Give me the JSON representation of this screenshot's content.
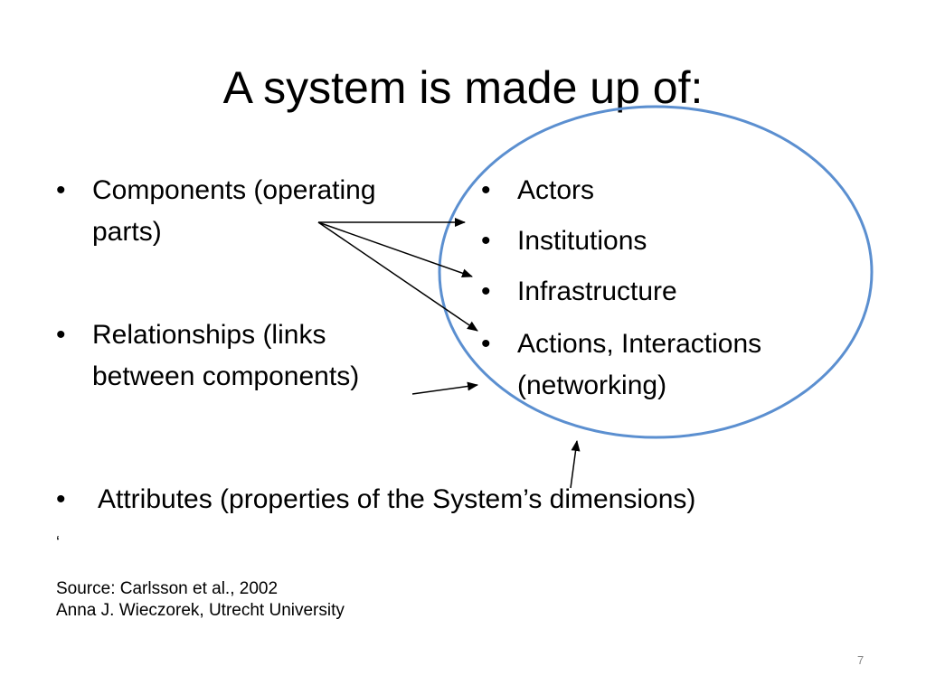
{
  "slide": {
    "title": "A system is made up of:",
    "left_bullets": [
      {
        "lines": [
          "Components (operating",
          "parts)"
        ]
      },
      {
        "lines": [
          "Relationships (links",
          "between components)"
        ]
      }
    ],
    "right_bullets": [
      {
        "lines": [
          "Actors"
        ]
      },
      {
        "lines": [
          "Institutions"
        ]
      },
      {
        "lines": [
          "Infrastructure"
        ]
      },
      {
        "lines": [
          "Actions, Interactions",
          "(networking)"
        ]
      }
    ],
    "attributes_bullet": "Attributes (properties of the System’s dimensions)",
    "stray_mark": "‘",
    "source_lines": [
      "Source: Carlsson et al., 2002",
      "Anna J. Wieczorek, Utrecht University"
    ],
    "page_number": "7",
    "bullet_symbol": "•",
    "ellipse_color": "#5b8fd0",
    "arrow_color": "#000000"
  }
}
